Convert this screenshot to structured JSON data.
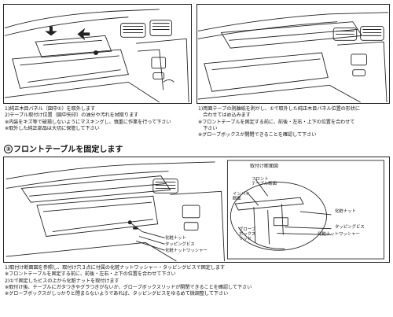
{
  "step2": {
    "left_notes": [
      "1)純正木目パネル（図中①）を取外します",
      "2)テーブル取付け位置（図中矢印）の油分や汚れを拭取ります",
      "※内装をキズ等で破損しないようにマスキングし、慎重に作業を行って下さい",
      "※取外した純正部品は大切に保管して下さい"
    ],
    "right_notes": [
      "1)両面テープの剥離紙を剥がし、①で取外した純正木目パネル位置の形状に",
      "　合わせてはめ込みます",
      "※フロントテーブルを固定する前に、前後・左右・上下の位置を合わせて",
      "　下さい",
      "※グローブボックスが開閉できることを確認して下さい"
    ]
  },
  "step3": {
    "number": "③",
    "title": "フロントテーブルを固定します",
    "inset_title": "取付け断面図",
    "labels": {
      "front_table_section": [
        "フロント",
        "テーブル断面"
      ],
      "instrument_panel_section": [
        "インパネ",
        "断面"
      ],
      "flange_nut": "化粧ナット",
      "tapping_screw": "タッピングビス",
      "flange_nut_washer": "化粧ナットワッシャー",
      "glove_box_lid": [
        "グローブ",
        "ボックス",
        "リッド"
      ],
      "main_nut": "化粧ナット",
      "main_screw": "タッピングビス",
      "main_washer": "化粧ナットワッシャー"
    },
    "notes": [
      "1)取付け断面図を参照し、取付け穴３点に付属の化粧ナットワッシャー・タッピングビスで固定します",
      "※フロントテーブルを固定する前に、前後・左右・上下の位置を合わせて下さい",
      "2)①で固定したビスの上から化粧ナットを取付けます",
      "※取付け後、テーブルにガタつきやグラつきがないか、グローブボックスリッドが開閉できることを確認して下さい",
      "※グローブボックスがしっかりと閉まらないようであれば、タッピングビスをゆるめて微調整して下さい"
    ]
  }
}
